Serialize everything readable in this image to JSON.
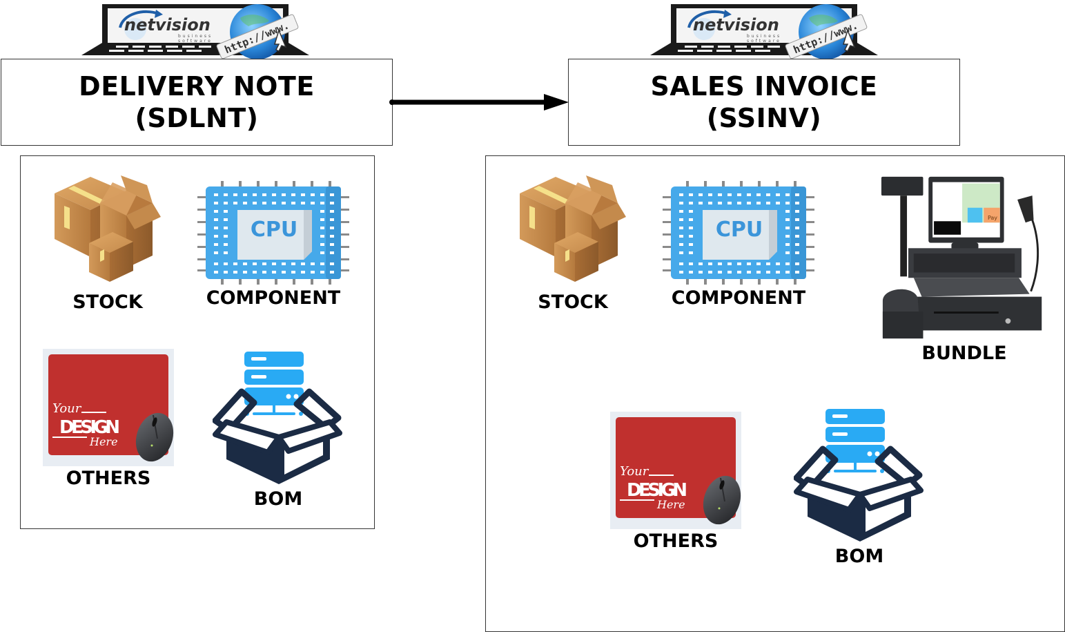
{
  "logo": {
    "brand": "netvision",
    "tagline_1": "business",
    "tagline_2": "software",
    "url_text": "http://www."
  },
  "source_document": {
    "title": "DELIVERY NOTE",
    "code": "(SDLNT)",
    "items": [
      {
        "label": "STOCK",
        "icon": "cardboard-boxes-icon"
      },
      {
        "label": "COMPONENT",
        "icon": "cpu-chip-icon"
      },
      {
        "label": "OTHERS",
        "icon": "mousepad-icon"
      },
      {
        "label": "BOM",
        "icon": "server-box-icon"
      }
    ]
  },
  "target_document": {
    "title": "SALES INVOICE",
    "code": "(SSINV)",
    "items": [
      {
        "label": "STOCK",
        "icon": "cardboard-boxes-icon"
      },
      {
        "label": "COMPONENT",
        "icon": "cpu-chip-icon"
      },
      {
        "label": "BUNDLE",
        "icon": "pos-terminal-icon"
      },
      {
        "label": "OTHERS",
        "icon": "mousepad-icon"
      },
      {
        "label": "BOM",
        "icon": "server-box-icon"
      }
    ]
  },
  "mousepad": {
    "line_1": "Your",
    "line_2": "DESIGN",
    "line_3": "Here"
  },
  "cpu_text": "CPU",
  "pos_screen_button": "Pay",
  "colors": {
    "cardboard": "#c98f4e",
    "cpu_blue": "#45a8e8",
    "mousepad_red": "#c0302e",
    "box_navy": "#1b2b44",
    "server_blue": "#29aaf4"
  }
}
